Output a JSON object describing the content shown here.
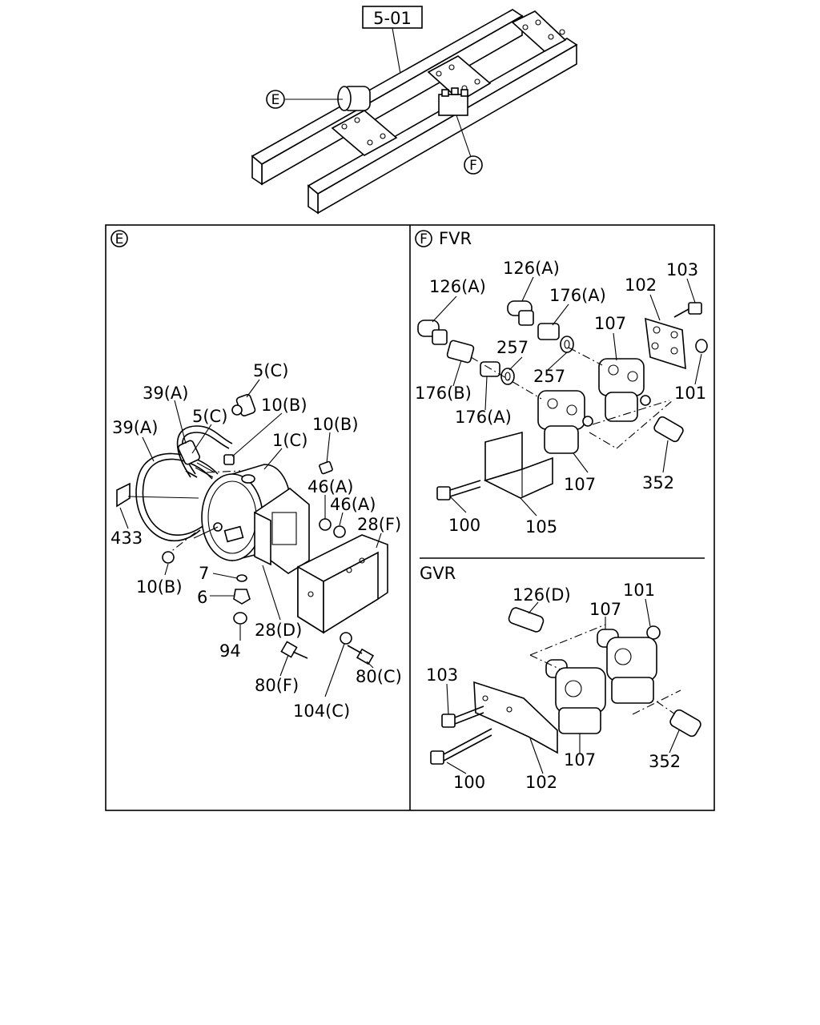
{
  "header": {
    "ref_code": "5-01"
  },
  "overview": {
    "callout_e": "E",
    "callout_f": "F"
  },
  "panel_e": {
    "callout": "E",
    "labels": {
      "p5c_top": "5(C)",
      "p39a_top": "39(A)",
      "p5c_mid": "5(C)",
      "p10b_top": "10(B)",
      "p10b_right": "10(B)",
      "p39a_left": "39(A)",
      "p1c": "1(C)",
      "p46a_1": "46(A)",
      "p46a_2": "46(A)",
      "p28f": "28(F)",
      "p433": "433",
      "p10b_bottom": "10(B)",
      "p7": "7",
      "p6": "6",
      "p28d": "28(D)",
      "p94": "94",
      "p80c": "80(C)",
      "p80f": "80(F)",
      "p104c": "104(C)"
    }
  },
  "panel_f": {
    "callout": "F",
    "title": "FVR",
    "labels": {
      "p126a_top": "126(A)",
      "p103": "103",
      "p126a_left": "126(A)",
      "p176a_top": "176(A)",
      "p102": "102",
      "p107_top": "107",
      "p257_1": "257",
      "p257_2": "257",
      "p176b": "176(B)",
      "p101": "101",
      "p176a_mid": "176(A)",
      "p107_bottom": "107",
      "p352": "352",
      "p100": "100",
      "p105": "105"
    }
  },
  "panel_gvr": {
    "title": "GVR",
    "labels": {
      "p126d": "126(D)",
      "p101": "101",
      "p107_top": "107",
      "p103": "103",
      "p107_bottom": "107",
      "p352": "352",
      "p100": "100",
      "p102": "102"
    }
  }
}
